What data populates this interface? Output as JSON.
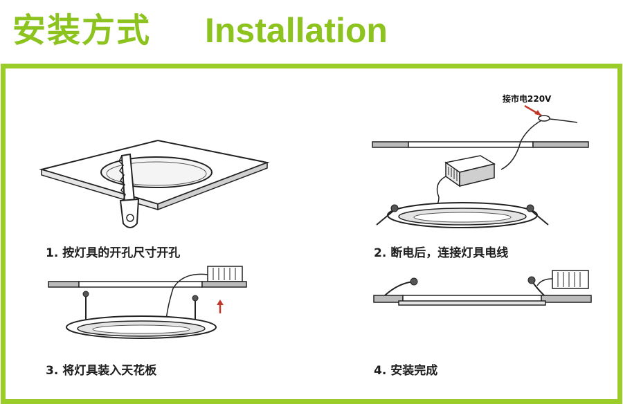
{
  "header": {
    "title_cn": "安装方式",
    "title_en": "Installation"
  },
  "steps": [
    {
      "label": "1. 按灯具的开孔尺寸开孔"
    },
    {
      "label": "2. 断电后，连接灯具电线"
    },
    {
      "label": "3. 将灯具装入天花板"
    },
    {
      "label": "4. 安装完成"
    }
  ],
  "annotations": {
    "mains": "接市电220V"
  },
  "colors": {
    "accent": "#8cc31f",
    "frame": "#9bcd2a",
    "arrow": "#c0392b"
  }
}
